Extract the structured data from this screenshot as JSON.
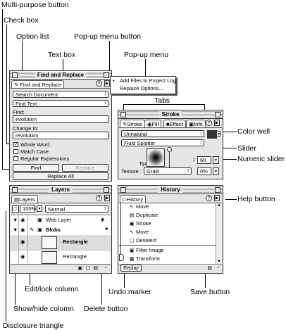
{
  "annotations": {
    "multi_purpose_button": "Multi-purpose button",
    "check_box": "Check box",
    "option_list": "Option list",
    "popup_menu_button": "Pop-up menu button",
    "text_box": "Text box",
    "popup_menu": "Pop-up menu",
    "tabs": "Tabs",
    "color_well": "Color well",
    "slider": "Slider",
    "numeric_slider": "Numeric slider",
    "help_button": "Help button",
    "edit_lock_column": "Edit/lock column",
    "undo_marker": "Undo marker",
    "save_button": "Save button",
    "show_hide_column": "Show/hide column",
    "delete_button": "Delete button",
    "disclosure_triangle": "Disclosure triangle"
  },
  "find_replace": {
    "title": "Find and Replace",
    "tab": "Find and Replace",
    "search_option": "Search Document",
    "find_option": "Find Text",
    "find_label": "Find:",
    "find_value": "evolution",
    "change_label": "Change to:",
    "change_value": "revolution",
    "whole_word": "Whole Word",
    "match_case": "Match Case",
    "regex": "Regular Expressions",
    "find_button": "Find",
    "replace_button": "Replace",
    "replace_all_button": "Replace All"
  },
  "popup": {
    "item1": "Add Files to Project Log",
    "item2": "Replace Options..."
  },
  "stroke": {
    "title": "Stroke",
    "tabs": [
      "Stroke",
      "Fill",
      "Effect",
      "Info"
    ],
    "category": "Unnatural",
    "type": "Fluid Splatter",
    "tip_label": "Tip:",
    "tip_value": "60",
    "texture_label": "Texture:",
    "texture_value": "Grain",
    "texture_pct": "0%",
    "color_well": "#333333"
  },
  "layers": {
    "title": "Layers",
    "tab": "Layers",
    "opacity": "100%",
    "blend": "Normal",
    "rows": [
      "Web Layer",
      "Blobs",
      "Rectangle",
      "Rectangle"
    ]
  },
  "history": {
    "title": "History",
    "tab": "History",
    "items": [
      "Move",
      "Duplicate",
      "Stroke",
      "Move",
      "Deselect",
      "Filter Image",
      "Transform"
    ],
    "replay": "Replay"
  }
}
